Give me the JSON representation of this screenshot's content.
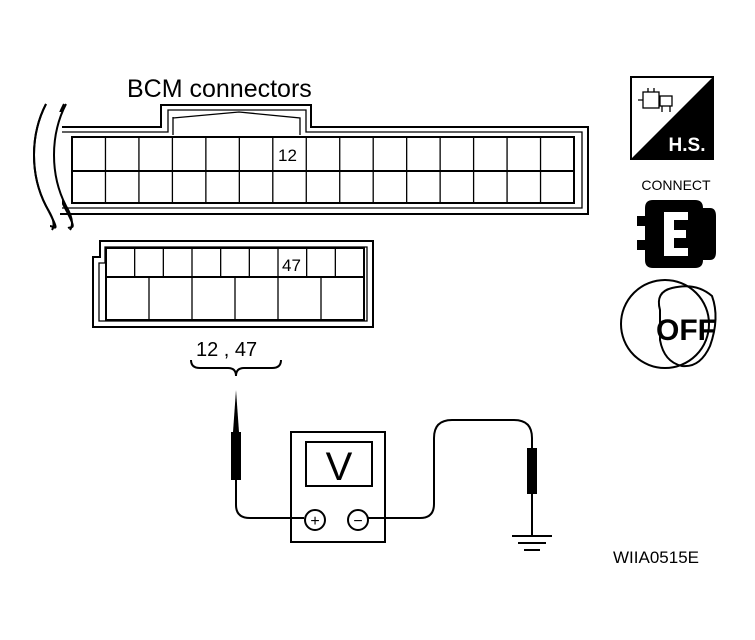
{
  "title": "BCM connectors",
  "connector_upper": {
    "pin_label": "12"
  },
  "connector_lower": {
    "pin_label": "47"
  },
  "measure_pins": "12 , 47",
  "voltmeter": {
    "label": "V",
    "plus_symbol": "+",
    "minus_symbol": "−"
  },
  "icons": {
    "hs": {
      "label": "H.S."
    },
    "connect": {
      "label": "CONNECT"
    },
    "ignition": {
      "label": "OFF"
    }
  },
  "figure_id": "WIIA0515E"
}
